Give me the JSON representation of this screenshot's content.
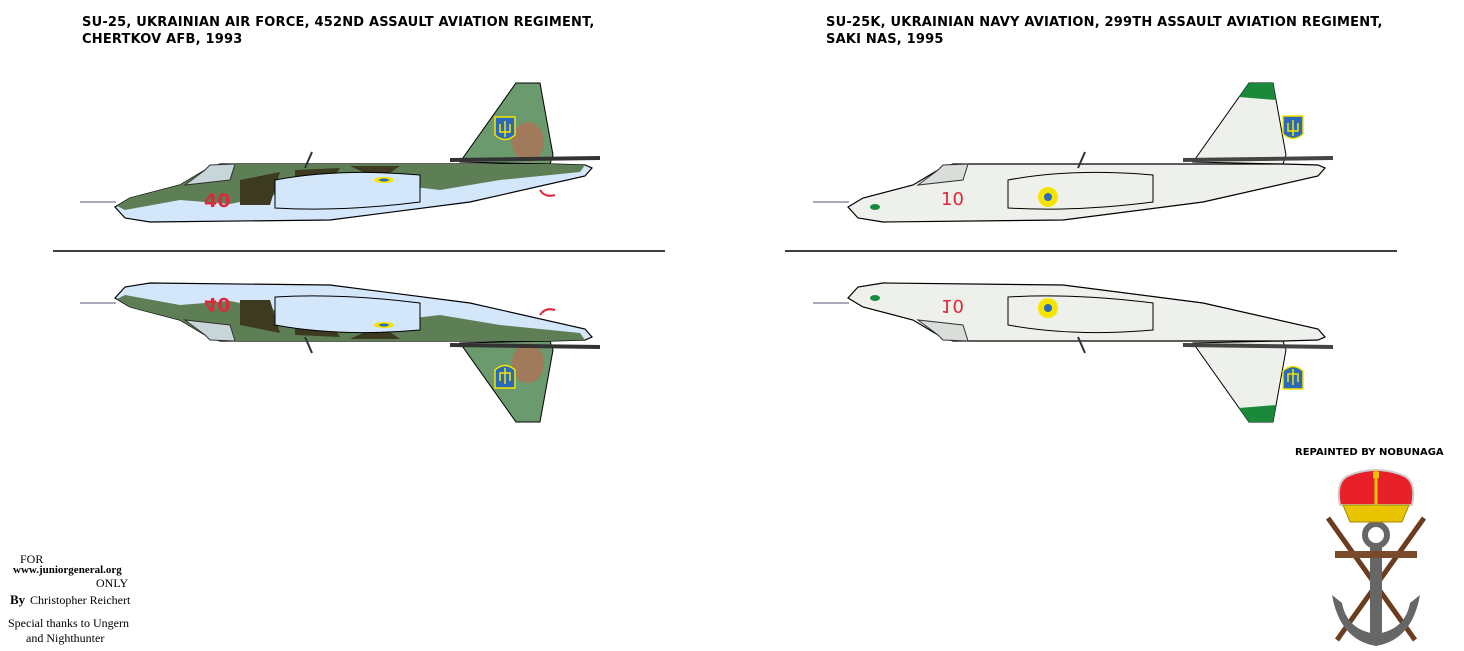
{
  "plates": [
    {
      "title_line1": "SU-25, UKRAINIAN AIR FORCE, 452ND ASSAULT AVIATION REGIMENT,",
      "title_line2": "CHERTKOV AFB, 1993",
      "tail_number": "40"
    },
    {
      "title_line1": "SU-25K, UKRAINIAN NAVY AVIATION, 299TH ASSAULT AVIATION REGIMENT,",
      "title_line2": "SAKI NAS, 1995",
      "tail_number": "10"
    }
  ],
  "credits": {
    "for": "FOR",
    "site": "www.juniorgeneral.org",
    "only": "ONLY",
    "by": "By",
    "author": "Christopher Reichert",
    "thanks1": "Special thanks to Ungern",
    "thanks2": "and Nighthunter",
    "repainted": "REPAINTED BY NOBUNAGA"
  },
  "colors": {
    "camo_green": "#5e7f55",
    "camo_dark": "#3d3a22",
    "camo_brown": "#a07a5a",
    "underside_blue": "#d4e6fa",
    "navy_grey": "#eef0ec",
    "marking_red": "#e0283a",
    "ua_blue": "#2a6ab8",
    "ua_yellow": "#f5e400"
  }
}
